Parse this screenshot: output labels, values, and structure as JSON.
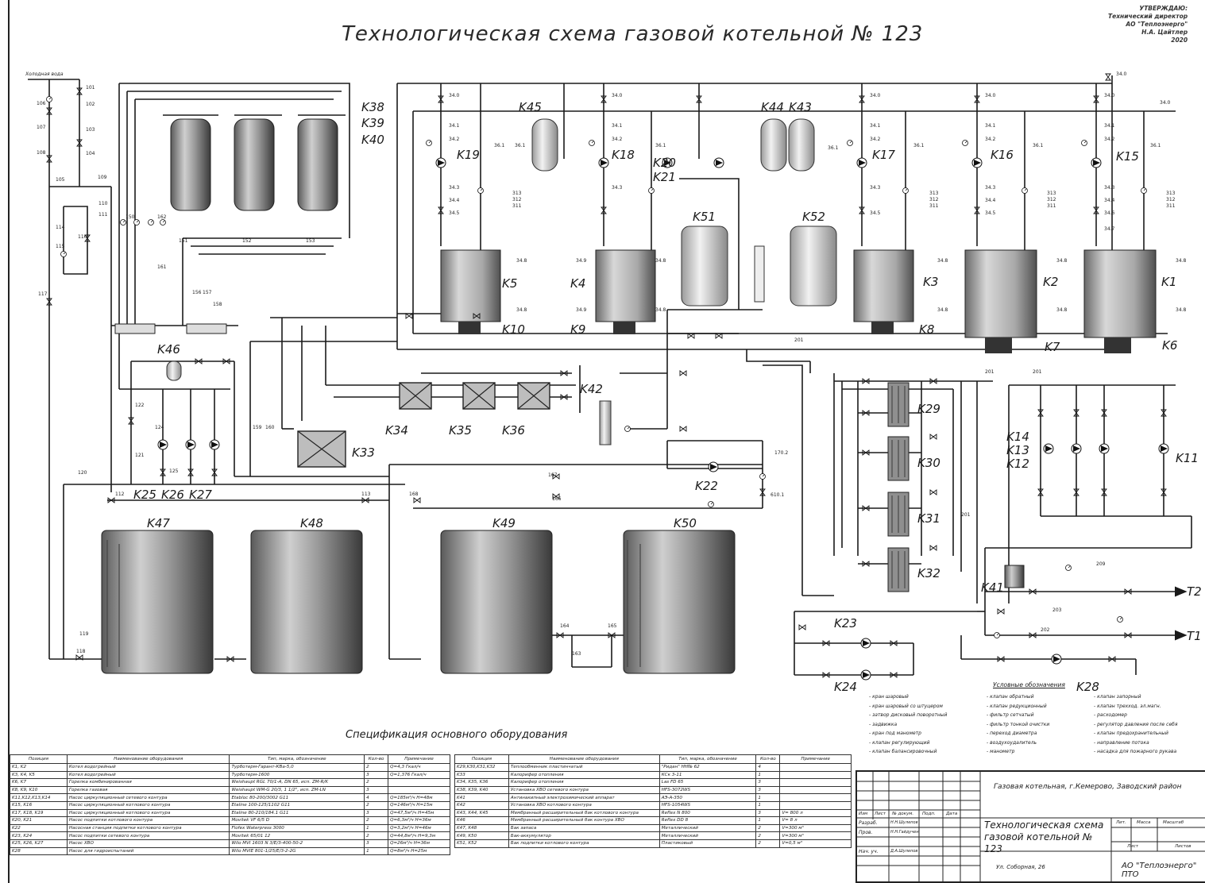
{
  "title": "Технологическая схема газовой котельной № 123",
  "approval": {
    "lines": [
      "УТВЕРЖДАЮ:",
      "Технический директор",
      "АО \"Теплоэнерго\"",
      "Н.А. Цайтлер",
      "2020"
    ]
  },
  "inlet_label": "Холодная вода",
  "outlet_labels": {
    "t1": "Т1",
    "t2": "Т2"
  },
  "equipment_labels": {
    "k1": "K1",
    "k2": "K2",
    "k3": "K3",
    "k4": "K4",
    "k5": "K5",
    "k6": "K6",
    "k7": "K7",
    "k8": "K8",
    "k9": "K9",
    "k10": "K10",
    "k11": "K11",
    "k12": "K12",
    "k13": "K13",
    "k14": "K14",
    "k15": "K15",
    "k16": "K16",
    "k17": "K17",
    "k18": "K18",
    "k19": "K19",
    "k20": "K20",
    "k21": "K21",
    "k22": "K22",
    "k23": "K23",
    "k24": "K24",
    "k25": "K25",
    "k26": "K26",
    "k27": "K27",
    "k28": "K28",
    "k29": "K29",
    "k30": "K30",
    "k31": "K31",
    "k32": "K32",
    "k33": "K33",
    "k34": "K34",
    "k35": "K35",
    "k36": "K36",
    "k38": "K38",
    "k39": "K39",
    "k40": "K40",
    "k41": "K41",
    "k42": "K42",
    "k43": "K43",
    "k44": "K44",
    "k45": "K45",
    "k46": "K46",
    "k47": "K47",
    "k48": "K48",
    "k49": "K49",
    "k50": "K50",
    "k51": "K51",
    "k52": "K52"
  },
  "small_tags": {
    "t101": "101",
    "t102": "102",
    "t103": "103",
    "t104": "104",
    "t105": "105",
    "t106": "106",
    "t107": "107",
    "t108": "108",
    "t109": "109",
    "t110": "110",
    "t111": "111",
    "t112": "112",
    "t113": "113",
    "t114": "114",
    "t115": "115",
    "t116": "116",
    "t117": "117",
    "t118": "118",
    "t119": "119",
    "t120": "120",
    "t121": "121",
    "t122": "122",
    "t124": "124",
    "t125": "125",
    "t150": "150",
    "t151": "151",
    "t152": "152",
    "t153": "153",
    "t156": "156",
    "t157": "157",
    "t158": "158",
    "t159": "159",
    "t160": "160",
    "t161": "161",
    "t162": "162",
    "t163": "163",
    "t164": "164",
    "t165": "165",
    "t166": "166",
    "t167": "167",
    "t168": "168",
    "t340": "34.0",
    "t341": "34.1",
    "t342": "34.2",
    "t343": "34.3",
    "t344": "34.4",
    "t345": "34.5",
    "t346": "34.6",
    "t347": "34.7",
    "t348": "34.8",
    "t349": "34.9",
    "t361": "36.1",
    "t201": "201",
    "t202": "202",
    "t203": "203",
    "t209": "209",
    "t311": "311",
    "t312": "312",
    "t313": "313",
    "t6101": "610.1",
    "t1702": "170.2"
  },
  "spec_title": "Спецификация основного оборудования",
  "spec_left": {
    "headers": [
      "Позиция",
      "Наименование оборудования",
      "Тип, марка, обозначение",
      "Кол-во",
      "Примечание"
    ],
    "rows": [
      [
        "K1, K2",
        "Котел водогрейный",
        "Турботерм-Гарант-КВа-5,0",
        "2",
        "Q=4,3 Гкал/ч"
      ],
      [
        "K3, K4, K5",
        "Котел водогрейный",
        "Турботерм-1600",
        "3",
        "Q=1,376 Гкал/ч"
      ],
      [
        "K6, K7",
        "Горелка комбинированная",
        "Weishaupt RGL 70/1-A, DN 65, исп. ZM-R/K",
        "2",
        ""
      ],
      [
        "K8, K9, K10",
        "Горелка газовая",
        "Weishaupt WM-G 20/3, 1 1/2\", исп. ZM-LN",
        "3",
        ""
      ],
      [
        "K11,K12,K13,K14",
        "Насос циркуляционный сетевого контура",
        "Etabloc 80-200/3002 G11",
        "4",
        "Q=185м³/ч H=48м"
      ],
      [
        "K15, K16",
        "Насос циркуляционный котлового контура",
        "Etaline 100-125/1102 G11",
        "2",
        "Q=146м³/ч H=15м"
      ],
      [
        "K17, K18, K19",
        "Насос циркуляционный котлового контура",
        "Etaline 80-210/184.1 G11",
        "3",
        "Q=47,5м³/ч H=45м"
      ],
      [
        "K20, K21",
        "Насос подпитки котлового контура",
        "Movitek VF 6/5 D",
        "2",
        "Q=6,3м³/ч H=36м"
      ],
      [
        "K22",
        "Насосная станция подпитки котлового контура",
        "Flofex Waterpress 3000",
        "1",
        "Q=3,2м³/ч H=46м"
      ],
      [
        "K23, K24",
        "Насос подпитки сетевого контура",
        "Movitek 65/01 12",
        "2",
        "Q=44,8м³/ч H=9,3м"
      ],
      [
        "K25, K26, K27",
        "Насос ХВО",
        "Wilo MVI 1603 N 3/E/3-400-50-2",
        "3",
        "Q=26м³/ч H=36м"
      ],
      [
        "K28",
        "Насос для гидроиспытаний",
        "Wilo MVIE 801-1/25/E/3-2-2G",
        "1",
        "Q=8м³/ч H=25м"
      ]
    ]
  },
  "spec_right": {
    "headers": [
      "Позиция",
      "Наименование оборудования",
      "Тип, марка, обозначение",
      "Кол-во",
      "Примечание"
    ],
    "rows": [
      [
        "K29,K30,K31,K32",
        "Теплообменник пластинчатый",
        "\"Ридан\" НН№ 62",
        "4",
        ""
      ],
      [
        "K33",
        "Калорифер отопления",
        "КСк 3-11",
        "1",
        ""
      ],
      [
        "K34, K35, K36",
        "Калорифер отопления",
        "Las FD 65",
        "3",
        ""
      ],
      [
        "K38, K39, K40",
        "Установка ХВО сетевого контура",
        "HFS-3072WS",
        "3",
        ""
      ],
      [
        "K41",
        "Антинакипный электрохимический аппарат",
        "АЭ-А-350",
        "1",
        ""
      ],
      [
        "K42",
        "Установка ХВО котлового контура",
        "HFS-1054WS",
        "1",
        ""
      ],
      [
        "K43, K44, K45",
        "Мембранный расширительный бак котлового контура",
        "Reflex N 800",
        "3",
        "V= 800 л"
      ],
      [
        "K46",
        "Мембранный расширительный бак контура ХВО",
        "Reflex DD 8",
        "1",
        "V= 8 л"
      ],
      [
        "K47, K48",
        "Бак запаса",
        "Металлический",
        "2",
        "V=300 м³"
      ],
      [
        "K49, K50",
        "Бак-аккумулятор",
        "Металлический",
        "2",
        "V=300 м³"
      ],
      [
        "K51, K52",
        "Бак подпитки котлового контура",
        "Пластиковый",
        "2",
        "V=0,5 м³"
      ]
    ]
  },
  "legend": {
    "title": "Условные обозначения",
    "col1": [
      "- кран шаровый",
      "- кран шаровый со штуцером",
      "- затвор дисковый поворотный",
      "- задвижка",
      "- кран под манометр",
      "- клапан регулирующий",
      "- клапан балансировочный"
    ],
    "col2": [
      "- клапан обратный",
      "- клапан редукционный",
      "- фильтр сетчатый",
      "- фильтр тонкой очистки",
      "- переход диаметра",
      "- воздухоудалитель",
      "- манометр"
    ],
    "col3": [
      "- клапан запорный",
      "- клапан трехход. эл.магн.",
      "- расходомер",
      "- регулятор давления после себя",
      "- клапан предохранительный",
      "- направление потока",
      "- насадка для пожарного рукава"
    ]
  },
  "stamp": {
    "project": "Газовая котельная, г.Кемерово, Заводский район",
    "drawing_title": "Технологическая схема газовой котельной № 123",
    "address": "Ул. Соборная, 26",
    "company": "АО \"Теплоэнерго\" ПТО",
    "headers": [
      "Изм",
      "Лист",
      "№ докум.",
      "Подп.",
      "Дата"
    ],
    "roles": [
      "Разраб.",
      "Пров.",
      "",
      "Нач. уч."
    ],
    "names": [
      "Н.Н.Шулепов",
      "Н.Н.Гайдучен",
      "",
      "Д.А.Шулепов"
    ],
    "sheet_headers": [
      "Лит.",
      "Масса",
      "Масштаб"
    ],
    "sheet_labels": [
      "Лист",
      "Листов"
    ]
  }
}
